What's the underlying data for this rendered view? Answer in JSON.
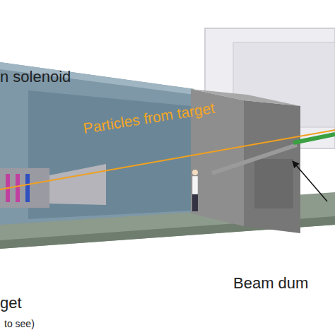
{
  "diagram": {
    "labels": [
      "n solenoid",
      "Particles from target",
      "Beam dum",
      "get",
      "to see)"
    ]
  }
}
